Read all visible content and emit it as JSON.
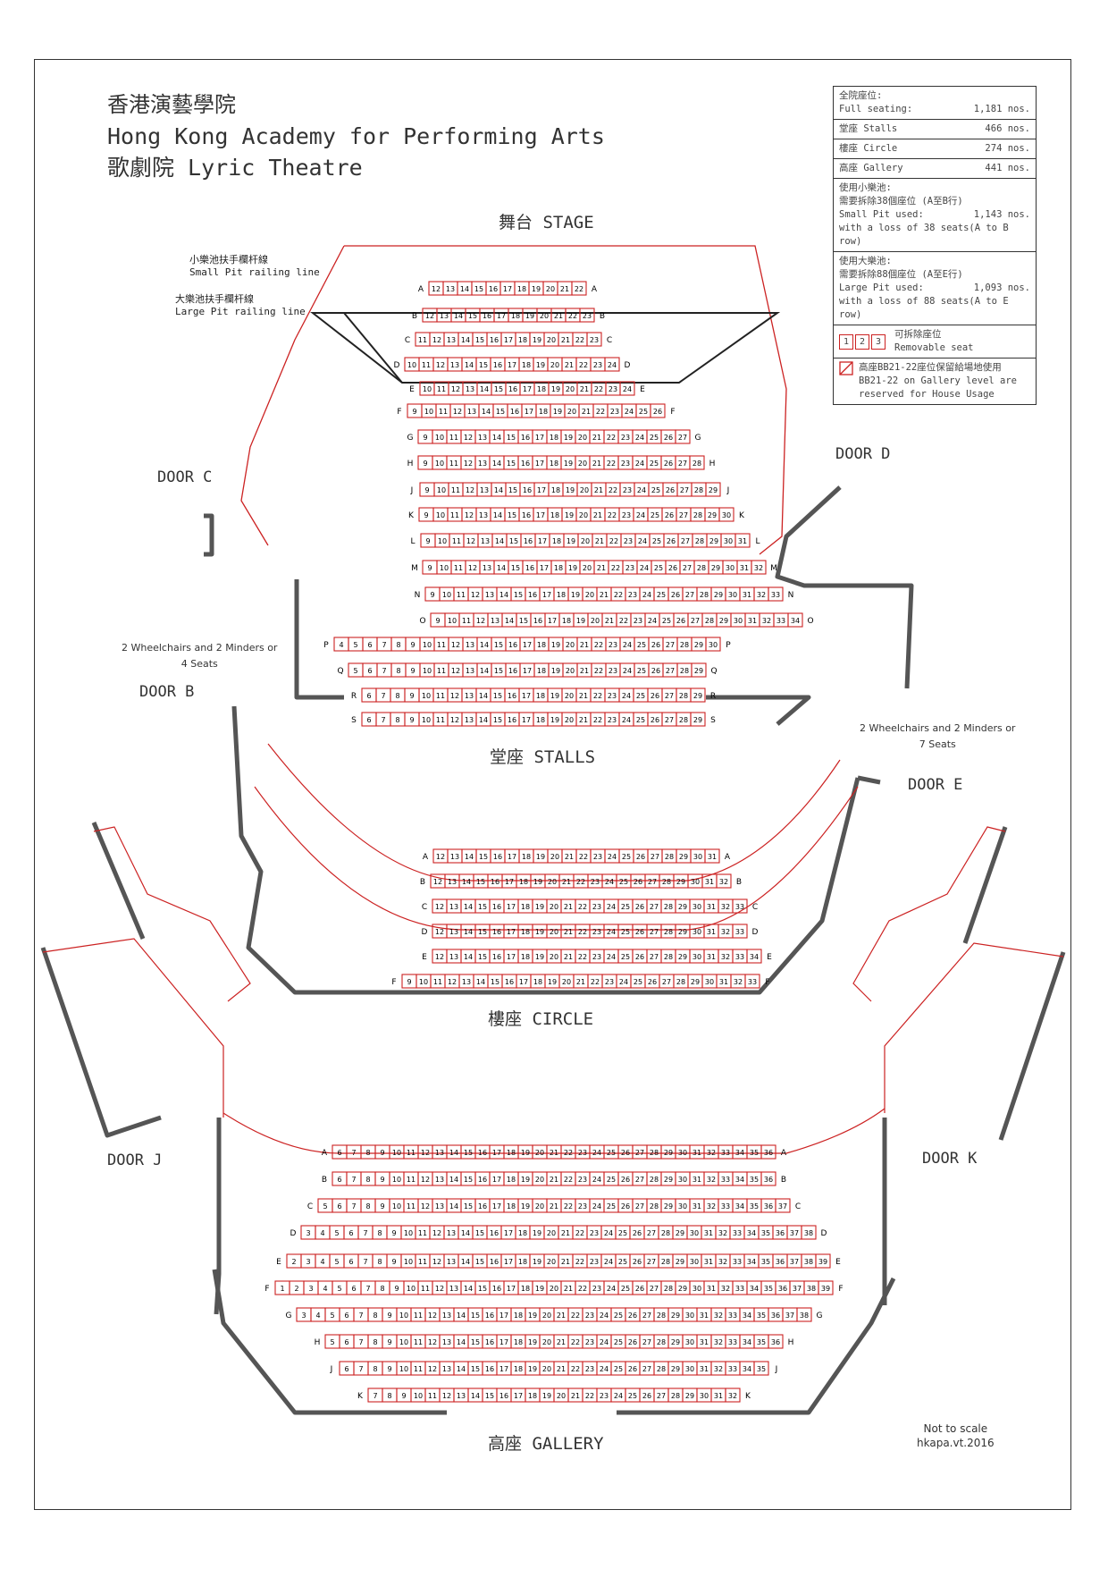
{
  "title": {
    "cn": "香港演藝學院",
    "en": "Hong Kong Academy for Performing Arts",
    "venue": "歌劇院   Lyric Theatre"
  },
  "sections": {
    "stage": "舞台 STAGE",
    "stalls": "堂座  STALLS",
    "circle": "樓座  CIRCLE",
    "gallery": "高座  GALLERY"
  },
  "doors": {
    "b": "DOOR B",
    "c": "DOOR C",
    "d": "DOOR D",
    "e": "DOOR E",
    "j": "DOOR J",
    "k": "DOOR K"
  },
  "rails": {
    "small_cn": "小樂池扶手欄杆線",
    "small_en": "Small Pit railing line",
    "large_cn": "大樂池扶手欄杆線",
    "large_en": "Large Pit railing line"
  },
  "notes": {
    "wheel_left_1": "2 Wheelchairs and 2 Minders or",
    "wheel_left_2": "4 Seats",
    "wheel_right_1": "2 Wheelchairs and 2 Minders or",
    "wheel_right_2": "7 Seats"
  },
  "legend": {
    "full_cn": "全院座位:",
    "full_en": "Full seating:",
    "full_val": "1,181 nos.",
    "stalls": "堂座  Stalls",
    "stalls_val": "466 nos.",
    "circle": "樓座  Circle",
    "circle_val": "274 nos.",
    "gallery": "高座  Gallery",
    "gallery_val": "441 nos.",
    "small_cn1": "使用小樂池:",
    "small_cn2": "需要拆除38個座位 (A至B行)",
    "small_en1": "Small Pit used:",
    "small_val": "1,143 nos.",
    "small_en2": "with a loss of 38 seats(A to B row)",
    "large_cn1": "使用大樂池:",
    "large_cn2": "需要拆除88個座位 (A至E行)",
    "large_en1": "Large Pit used:",
    "large_val": "1,093 nos.",
    "large_en2": "with a loss of 88 seats(A to E row)",
    "removable_cn": "可拆除座位",
    "removable_en": "Removable seat",
    "removable_nums": [
      "1",
      "2",
      "3"
    ],
    "reserved_cn": "高座BB21-22座位保留給場地使用",
    "reserved_en1": "BB21-22 on Gallery level are",
    "reserved_en2": "reserved for House Usage"
  },
  "footer": {
    "scale": "Not to scale",
    "credit": "hkapa.vt.2016"
  },
  "colors": {
    "seat": "#cc2222",
    "wall": "#555555",
    "text": "#333333"
  },
  "stalls_rows": [
    {
      "row": "A",
      "from": 12,
      "to": 22
    },
    {
      "row": "B",
      "from": 12,
      "to": 23
    },
    {
      "row": "C",
      "from": 11,
      "to": 23
    },
    {
      "row": "D",
      "from": 10,
      "to": 24
    },
    {
      "row": "E",
      "from": 10,
      "to": 24
    },
    {
      "row": "F",
      "from": 9,
      "to": 26
    },
    {
      "row": "G",
      "from": 9,
      "to": 27
    },
    {
      "row": "H",
      "from": 9,
      "to": 28
    },
    {
      "row": "J",
      "from": 9,
      "to": 29
    },
    {
      "row": "K",
      "from": 9,
      "to": 30
    },
    {
      "row": "L",
      "from": 9,
      "to": 31
    },
    {
      "row": "M",
      "from": 9,
      "to": 32
    },
    {
      "row": "N",
      "from": 9,
      "to": 33
    },
    {
      "row": "O",
      "from": 9,
      "to": 34
    },
    {
      "row": "P",
      "from": 4,
      "to": 30
    },
    {
      "row": "Q",
      "from": 5,
      "to": 29
    },
    {
      "row": "R",
      "from": 6,
      "to": 29
    },
    {
      "row": "S",
      "from": 6,
      "to": 29
    }
  ],
  "circle_rows": [
    {
      "row": "A",
      "from": 12,
      "to": 31
    },
    {
      "row": "B",
      "from": 12,
      "to": 32
    },
    {
      "row": "C",
      "from": 12,
      "to": 33
    },
    {
      "row": "D",
      "from": 12,
      "to": 33
    },
    {
      "row": "E",
      "from": 12,
      "to": 34
    },
    {
      "row": "F",
      "from": 9,
      "to": 33
    }
  ],
  "gallery_rows": [
    {
      "row": "A",
      "from": 6,
      "to": 36
    },
    {
      "row": "B",
      "from": 6,
      "to": 36
    },
    {
      "row": "C",
      "from": 5,
      "to": 37
    },
    {
      "row": "D",
      "from": 3,
      "to": 38
    },
    {
      "row": "E",
      "from": 2,
      "to": 39
    },
    {
      "row": "F",
      "from": 1,
      "to": 39
    },
    {
      "row": "G",
      "from": 3,
      "to": 38
    },
    {
      "row": "H",
      "from": 5,
      "to": 36
    },
    {
      "row": "J",
      "from": 6,
      "to": 35
    },
    {
      "row": "K",
      "from": 7,
      "to": 32
    }
  ]
}
